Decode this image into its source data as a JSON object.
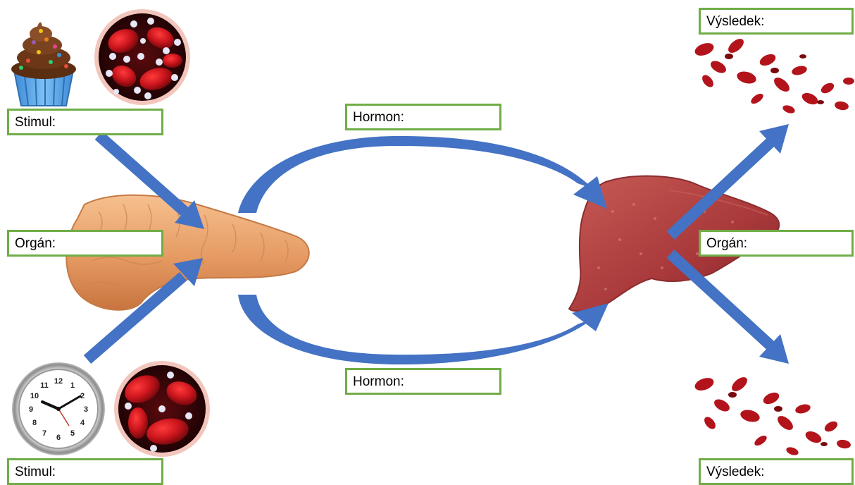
{
  "labels": {
    "stimul_top": "Stimul:",
    "stimul_bottom": "Stimul:",
    "organ_left": "Orgán:",
    "organ_right": "Orgán:",
    "hormon_top": "Hormon:",
    "hormon_bottom": "Hormon:",
    "vysledek_top": "Výsledek:",
    "vysledek_bottom": "Výsledek:"
  },
  "clock": {
    "numbers": [
      "12",
      "1",
      "2",
      "3",
      "4",
      "5",
      "6",
      "7",
      "8",
      "9",
      "10",
      "11"
    ]
  },
  "colors": {
    "arrow": "#4472c4",
    "box_border": "#70ad47",
    "blood_cell": "#c0141c",
    "pancreas": "#e9a26a",
    "liver": "#a8383a"
  },
  "icons": {
    "stimulus_top": [
      "cupcake-icon",
      "high-glucose-blood-icon"
    ],
    "stimulus_bottom": [
      "clock-icon",
      "low-glucose-blood-icon"
    ],
    "organ_left": "pancreas-image",
    "organ_right": "liver-image",
    "results": [
      "blood-cells-stream-top",
      "blood-cells-stream-bottom"
    ]
  }
}
